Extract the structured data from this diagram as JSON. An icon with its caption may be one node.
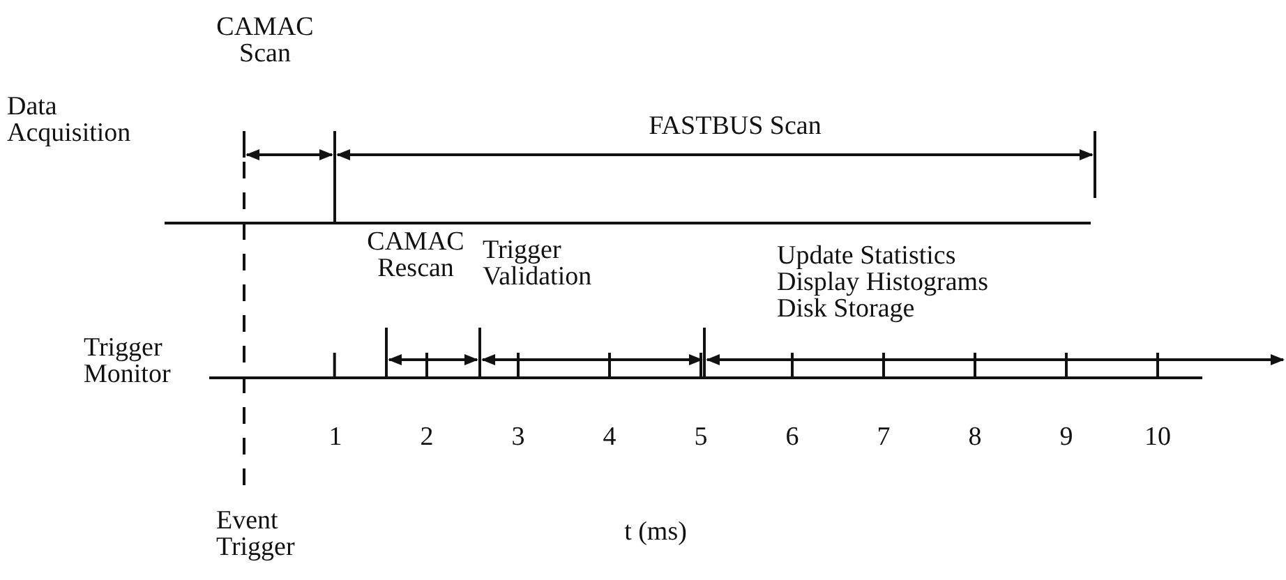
{
  "diagram": {
    "labels": [
      "CAMAC Scan",
      "Data Acquisition",
      "FASTBUS Scan",
      "CAMAC Rescan",
      "Trigger Validation",
      "Update Statistics Display Histograms Disk Storage",
      "Trigger Monitor",
      "1",
      "2",
      "3",
      "4",
      "5",
      "6",
      "7",
      "8",
      "9",
      "10",
      "t (ms)",
      "Event Trigger"
    ]
  }
}
